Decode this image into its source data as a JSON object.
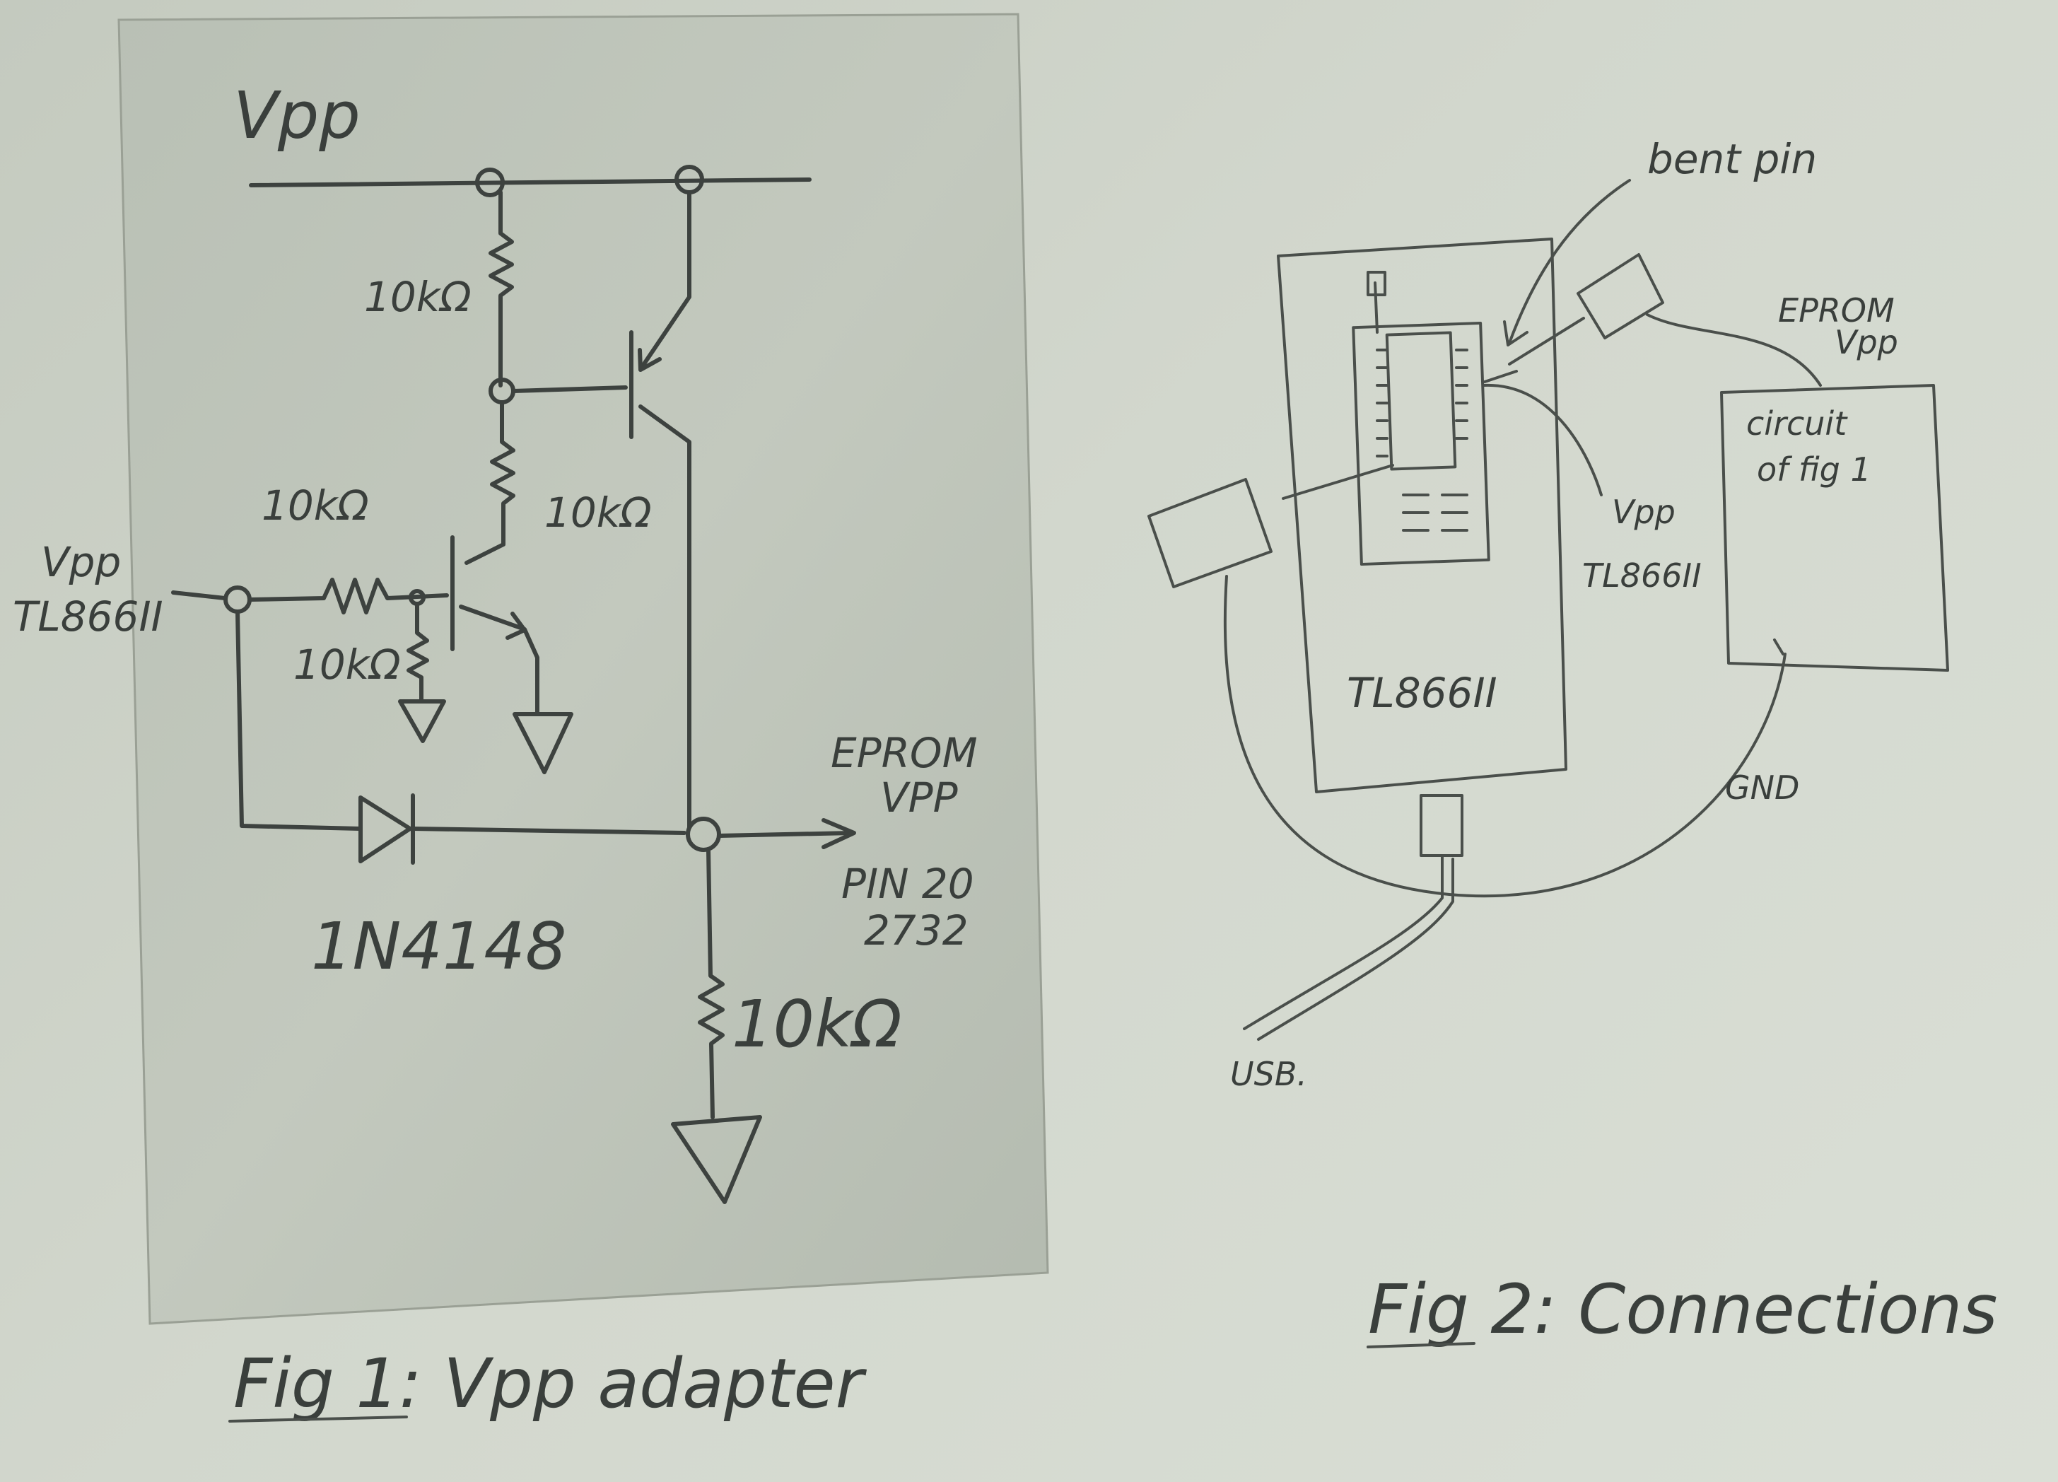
{
  "fig1": {
    "vpp_rail": "Vpp",
    "r1": "10kΩ",
    "r2": "10kΩ",
    "r3": "10kΩ",
    "r4": "10kΩ",
    "r5": "10kΩ",
    "input_label_1": "Vpp",
    "input_label_2": "TL866II",
    "diode": "1N4148",
    "output_label_1": "EPROM",
    "output_label_2": "VPP",
    "pin_label_1": "PIN 20",
    "pin_label_2": "2732",
    "caption": "Fig 1: Vpp adapter"
  },
  "fig2": {
    "bent_pin": "bent pin",
    "eprom_vpp_1": "EPROM",
    "eprom_vpp_2": "Vpp",
    "circuit_1": "circuit",
    "circuit_2": "of fig 1",
    "vpp_1": "Vpp",
    "vpp_2": "TL866II",
    "programmer": "TL866II",
    "gnd": "GND",
    "usb": "USB.",
    "caption": "Fig 2: Connections"
  }
}
